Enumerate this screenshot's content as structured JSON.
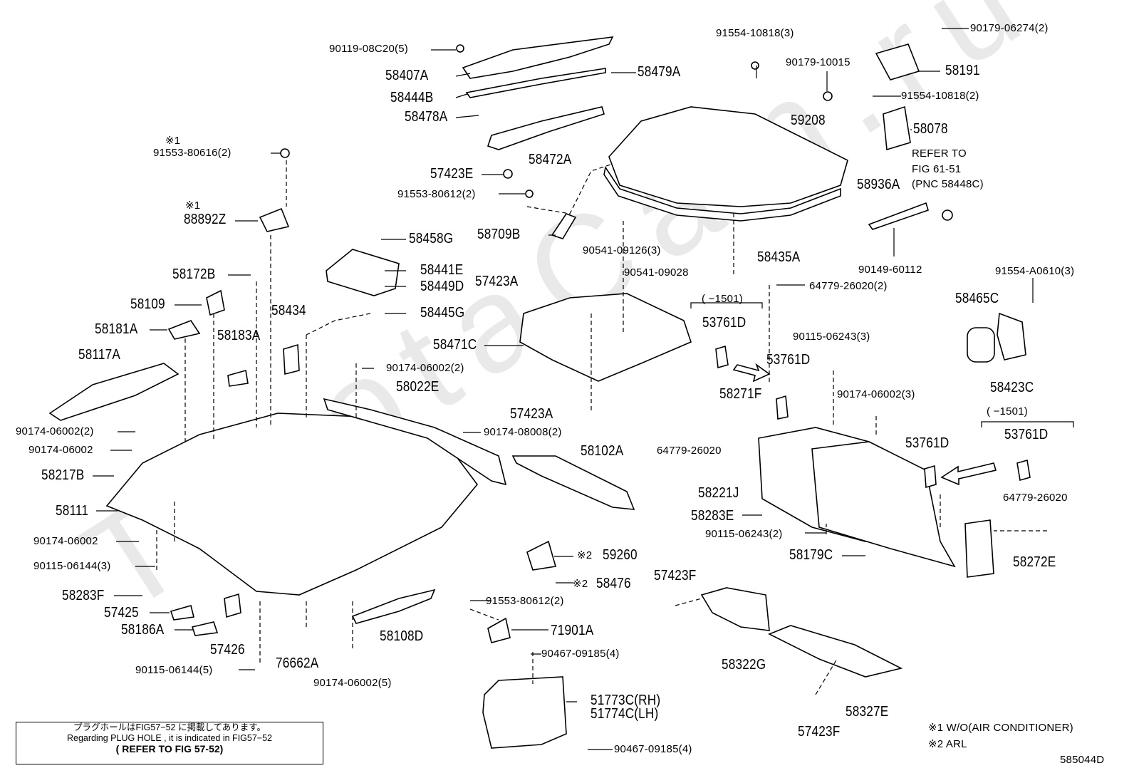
{
  "watermark": "ToyotaCam.ru",
  "figure_code": "585044D",
  "notes": {
    "line1": "プラグホールはFIG57−52 に掲載してあります。",
    "line2": "Regarding PLUG HOLE , it is indicated in FIG57−52",
    "line3": "( REFER TO FIG 57-52)"
  },
  "legend": {
    "n1": "※1 W/O(AIR CONDITIONER)",
    "n2": "※2 ARL"
  },
  "labels": {
    "p90119_08C20": "90119-08C20(5)",
    "p58407A": "58407A",
    "p58444B": "58444B",
    "p58478A": "58478A",
    "p58479A": "58479A",
    "p58472A": "58472A",
    "p57423E": "57423E",
    "p91553_80612_top": "91553-80612(2)",
    "p58709B": "58709B",
    "p91554_10818_3": "91554-10818(3)",
    "p59208": "59208",
    "p90541_09126": "90541-09126(3)",
    "p58435A": "58435A",
    "p90541_09028": "90541-09028",
    "p90179_10015": "90179-10015",
    "p90179_06274": "90179-06274(2)",
    "p58191": "58191",
    "p91554_10818_2": "91554-10818(2)",
    "p58078": "58078",
    "refer1": "REFER TO",
    "refer2": "FIG 61-51",
    "refer3": "(PNC 58448C)",
    "p58936A": "58936A",
    "p90149_60112": "90149-60112",
    "p64779_26020_2": "64779-26020(2)",
    "p91554_A0610": "91554-A0610(3)",
    "p58465C": "58465C",
    "p58423C": "58423C",
    "mark1": "※1",
    "p91553_80616": "91553-80616(2)",
    "mark1b": "※1",
    "p88892Z": "88892Z",
    "p58172B": "58172B",
    "p58109": "58109",
    "p58181A": "58181A",
    "p58117A": "58117A",
    "p58183A": "58183A",
    "p58434": "58434",
    "p58458G": "58458G",
    "p58441E": "58441E",
    "p58449D": "58449D",
    "p58445G": "58445G",
    "p57423A_top": "57423A",
    "p58471C": "58471C",
    "p90174_06002_2b": "90174-06002(2)",
    "p58022E": "58022E",
    "p57423A_bot": "57423A",
    "p90174_08008": "90174-08008(2)",
    "p58102A": "58102A",
    "p90174_06002_2a": "90174-06002(2)",
    "p90174_06002_a": "90174-06002",
    "p58217B": "58217B",
    "p58111": "58111",
    "p90174_06002_b": "90174-06002",
    "p90115_06144_3": "90115-06144(3)",
    "p58283F": "58283F",
    "p57425": "57425",
    "p58186A": "58186A",
    "p57426": "57426",
    "p76662A": "76662A",
    "p90115_06144_5": "90115-06144(5)",
    "p90174_06002_5": "90174-06002(5)",
    "p58108D": "58108D",
    "p59260": "59260",
    "mark2a": "※2",
    "p58476": "58476",
    "mark2b": "※2",
    "p91553_80612_bot": "91553-80612(2)",
    "p71901A": "71901A",
    "p90467_09185_a": "90467-09185(4)",
    "p51773C": "51773C(RH)",
    "p51774C": "51774C(LH)",
    "p90467_09185_b": "90467-09185(4)",
    "range1": "(  −1501)",
    "p53761D_a": "53761D",
    "p53761D_b": "53761D",
    "p90115_06243_3": "90115-06243(3)",
    "p58271F": "58271F",
    "p64779_26020_a": "64779-26020",
    "p90174_06002_3": "90174-06002(3)",
    "range2": "(  −1501)",
    "p53761D_c": "53761D",
    "p53761D_d": "53761D",
    "p58221J": "58221J",
    "p58283E": "58283E",
    "p90115_06243_2": "90115-06243(2)",
    "p58179C": "58179C",
    "p64779_26020_b": "64779-26020",
    "p58272E": "58272E",
    "p57423F_a": "57423F",
    "p58322G": "58322G",
    "p58327E": "58327E",
    "p57423F_b": "57423F"
  }
}
